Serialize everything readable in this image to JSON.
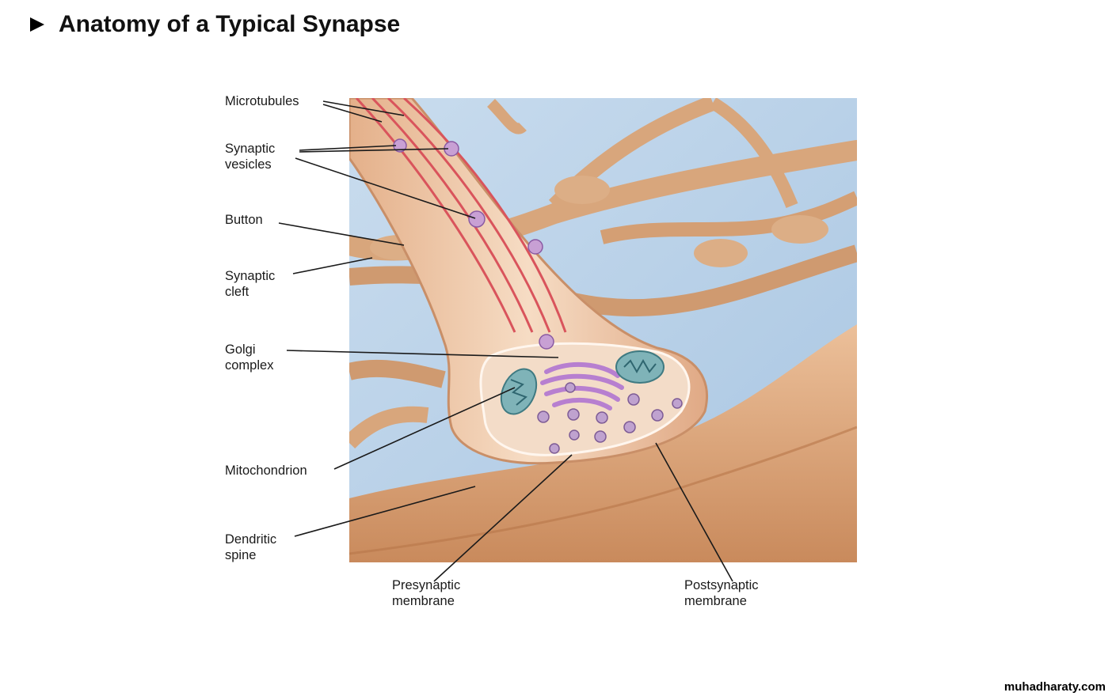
{
  "title": "Anatomy of a Typical Synapse",
  "labels": {
    "microtubules": "Microtubules",
    "synaptic_vesicles": "Synaptic\nvesicles",
    "button": "Button",
    "synaptic_cleft": "Synaptic\ncleft",
    "golgi_complex": "Golgi\ncomplex",
    "mitochondrion": "Mitochondrion",
    "dendritic_spine": "Dendritic\nspine",
    "presynaptic_membrane": "Presynaptic\nmembrane",
    "postsynaptic_membrane": "Postsynaptic\nmembrane"
  },
  "watermark": "muhadharaty.com",
  "colors": {
    "background_blue": "#b9d3ea",
    "neuron_tan": "#d9a274",
    "neuron_light": "#f1d3b2",
    "microtubule_red": "#d9545c",
    "vesicle_purple": "#9b6bb3",
    "golgi_purple": "#b77fd0",
    "mitochondrion_teal": "#6fa6ad"
  }
}
